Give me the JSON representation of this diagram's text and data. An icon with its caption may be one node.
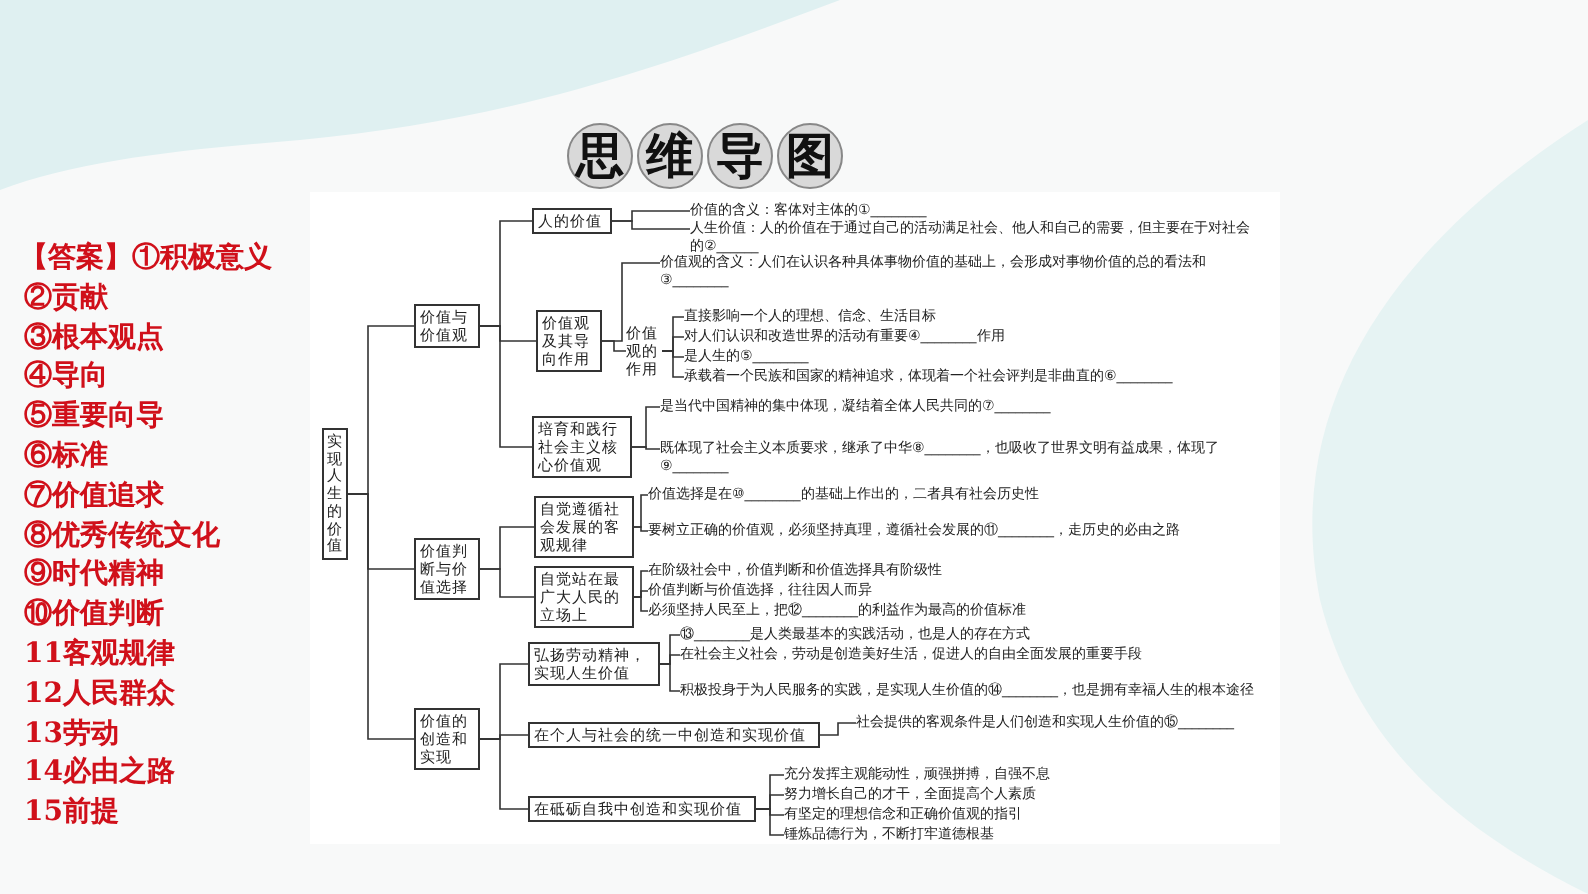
{
  "diagram": {
    "title": "思维导图",
    "nodes": [
      {
        "text": [
          "实现人生的价值"
        ]
      },
      {
        "text": [
          "价值与价值观"
        ]
      },
      {
        "text": [
          "人的价值"
        ]
      },
      {
        "text": [
          "价值的含义：客体对主体的①________"
        ]
      },
      {
        "text": [
          "人生价值：人的价值在于通过自己的活动满足社会、他人和自己的需要，但主要在于对社会的②______"
        ]
      },
      {
        "text": [
          "价值观及其导向作用"
        ]
      },
      {
        "text": [
          "价值观的含义：人们在认识各种具体事物价值的基础上，会形成对事物价值的总的看法和③________"
        ]
      },
      {
        "text": [
          "价值观的作用"
        ]
      },
      {
        "text": [
          "直接影响一个人的理想、信念、生活目标"
        ]
      },
      {
        "text": [
          "对人们认识和改造世界的活动有重要④________作用"
        ]
      },
      {
        "text": [
          "是人生的⑤________"
        ]
      },
      {
        "text": [
          "承载着一个民族和国家的精神追求，体现着一个社会评判是非曲直的⑥________"
        ]
      },
      {
        "text": [
          "培育和践行社会主义核心价值观"
        ]
      },
      {
        "text": [
          "是当代中国精神的集中体现，凝结着全体人民共同的⑦________"
        ]
      },
      {
        "text": [
          "既体现了社会主义本质要求，继承了中华⑧________，也吸收了世界文明有益成果，体现了⑨________"
        ]
      },
      {
        "text": [
          "价值判断与价值选择"
        ]
      },
      {
        "text": [
          "自觉遵循社会发展的客观规律"
        ]
      },
      {
        "text": [
          "价值选择是在⑩________的基础上作出的，二者具有社会历史性"
        ]
      },
      {
        "text": [
          "要树立正确的价值观，必须坚持真理，遵循社会发展的⑪________，走历史的必由之路"
        ]
      },
      {
        "text": [
          "自觉站在最广大人民的立场上"
        ]
      },
      {
        "text": [
          "在阶级社会中，价值判断和价值选择具有阶级性"
        ]
      },
      {
        "text": [
          "价值判断与价值选择，往往因人而异"
        ]
      },
      {
        "text": [
          "必须坚持人民至上，把⑫________的利益作为最高的价值标准"
        ]
      },
      {
        "text": [
          "价值的创造和实现"
        ]
      },
      {
        "text": [
          "弘扬劳动精神，实现人生价值"
        ]
      },
      {
        "text": [
          "⑬________是人类最基本的实践活动，也是人的存在方式"
        ]
      },
      {
        "text": [
          "在社会主义社会，劳动是创造美好生活，促进人的自由全面发展的重要手段"
        ]
      },
      {
        "text": [
          "积极投身于为人民服务的实践，是实现人生价值的⑭________，也是拥有幸福人生的根本途径"
        ]
      },
      {
        "text": [
          "在个人与社会的统一中创造和实现价值"
        ]
      },
      {
        "text": [
          "社会提供的客观条件是人们创造和实现人生价值的⑮________"
        ]
      },
      {
        "text": [
          "在砥砺自我中创造和实现价值"
        ]
      },
      {
        "text": [
          "充分发挥主观能动性，顽强拼搏，自强不息"
        ]
      },
      {
        "text": [
          "努力增长自己的才干，全面提高个人素质"
        ]
      },
      {
        "text": [
          "有坚定的理想信念和正确价值观的指引"
        ]
      },
      {
        "text": [
          "锤炼品德行为，不断打牢道德根基"
        ]
      }
    ],
    "edges": [
      {
        "from": 0,
        "to": 1,
        "arrow": "none"
      },
      {
        "from": 0,
        "to": 15,
        "arrow": "none"
      },
      {
        "from": 0,
        "to": 23,
        "arrow": "none"
      },
      {
        "from": 1,
        "to": 2,
        "arrow": "none"
      },
      {
        "from": 1,
        "to": 5,
        "arrow": "none"
      },
      {
        "from": 1,
        "to": 12,
        "arrow": "none"
      },
      {
        "from": 2,
        "to": 3,
        "arrow": "none"
      },
      {
        "from": 2,
        "to": 4,
        "arrow": "none"
      },
      {
        "from": 5,
        "to": 6,
        "arrow": "none"
      },
      {
        "from": 5,
        "to": 7,
        "arrow": "none"
      },
      {
        "from": 7,
        "to": 8,
        "arrow": "none"
      },
      {
        "from": 7,
        "to": 9,
        "arrow": "none"
      },
      {
        "from": 7,
        "to": 10,
        "arrow": "none"
      },
      {
        "from": 7,
        "to": 11,
        "arrow": "none"
      },
      {
        "from": 12,
        "to": 13,
        "arrow": "none"
      },
      {
        "from": 12,
        "to": 14,
        "arrow": "none"
      },
      {
        "from": 15,
        "to": 16,
        "arrow": "none"
      },
      {
        "from": 15,
        "to": 19,
        "arrow": "none"
      },
      {
        "from": 16,
        "to": 17,
        "arrow": "none"
      },
      {
        "from": 16,
        "to": 18,
        "arrow": "none"
      },
      {
        "from": 19,
        "to": 20,
        "arrow": "none"
      },
      {
        "from": 19,
        "to": 21,
        "arrow": "none"
      },
      {
        "from": 19,
        "to": 22,
        "arrow": "none"
      },
      {
        "from": 23,
        "to": 24,
        "arrow": "none"
      },
      {
        "from": 23,
        "to": 28,
        "arrow": "none"
      },
      {
        "from": 23,
        "to": 30,
        "arrow": "none"
      },
      {
        "from": 24,
        "to": 25,
        "arrow": "none"
      },
      {
        "from": 24,
        "to": 26,
        "arrow": "none"
      },
      {
        "from": 24,
        "to": 27,
        "arrow": "none"
      },
      {
        "from": 28,
        "to": 29,
        "arrow": "none"
      },
      {
        "from": 30,
        "to": 31,
        "arrow": "none"
      },
      {
        "from": 30,
        "to": 32,
        "arrow": "none"
      },
      {
        "from": 30,
        "to": 33,
        "arrow": "none"
      },
      {
        "from": 30,
        "to": 34,
        "arrow": "none"
      }
    ],
    "labels": [
      "【答案】",
      "①积极意义",
      "②贡献",
      "③根本观点",
      "④导向",
      "⑤重要向导",
      "⑥标准",
      "⑦价值追求",
      "⑧优秀传统文化",
      "⑨时代精神",
      "⑩价值判断",
      "11客观规律",
      "12人民群众",
      "13劳动",
      "14必由之路",
      "15前提"
    ]
  }
}
